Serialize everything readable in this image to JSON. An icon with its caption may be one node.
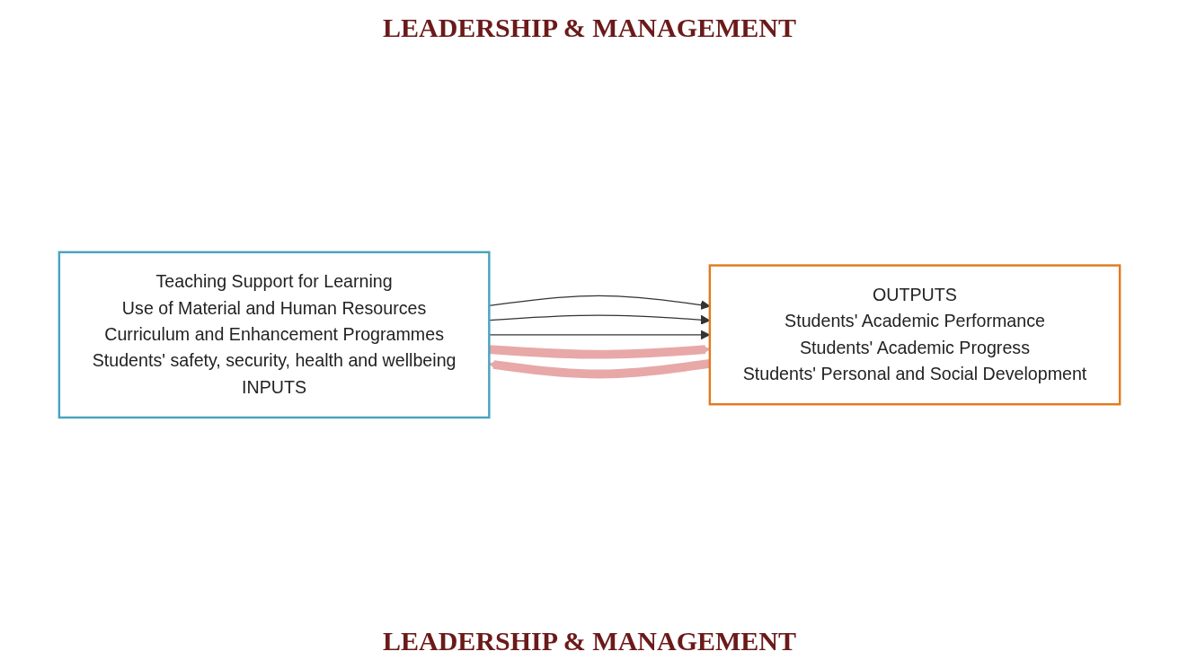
{
  "diagram": {
    "nodes": [
      {
        "text": [
          "Teaching Support for Learning",
          "Use of Material and Human Resources",
          "Curriculum and Enhancement Programmes",
          "Students' safety, security, health and wellbeing",
          "INPUTS"
        ]
      },
      {
        "text": [
          "OUTPUTS",
          "Students' Academic Performance",
          "Students' Academic Progress",
          "Students' Personal and Social Development"
        ]
      }
    ],
    "edges": [
      {
        "from": 0,
        "to": 1,
        "arrow": "to"
      },
      {
        "from": 0,
        "to": 1,
        "arrow": "to"
      },
      {
        "from": 0,
        "to": 1,
        "arrow": "to"
      },
      {
        "from": 1,
        "to": 0,
        "arrow": "to",
        "style": "thick",
        "color": "#e8a8a8"
      },
      {
        "from": 0,
        "to": 1,
        "arrow": "to",
        "style": "thick",
        "color": "#e8a8a8"
      }
    ],
    "labels": [
      "LEADERSHIP & MANAGEMENT",
      "LEADERSHIP & MANAGEMENT"
    ]
  }
}
